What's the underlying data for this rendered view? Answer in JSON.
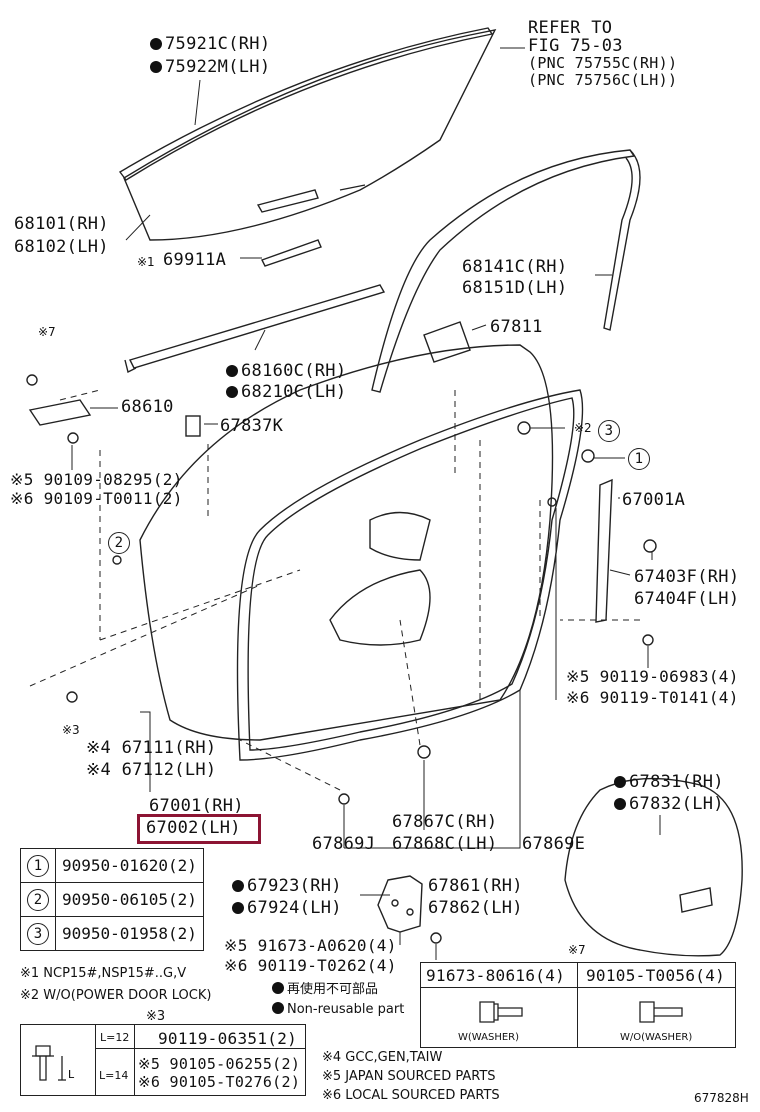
{
  "refer": {
    "line1": "REFER TO",
    "line2": "FIG 75-03",
    "line3": "(PNC 75755C(RH))",
    "line4": "(PNC 75756C(LH))"
  },
  "labels": {
    "p75921c": "75921C(RH)",
    "p75922m": "75922M(LH)",
    "p68101": "68101(RH)",
    "p68102": "68102(LH)",
    "p69911a_note": "※1",
    "p69911a": "69911A",
    "p68141c": "68141C(RH)",
    "p68151d": "68151D(LH)",
    "p67811": "67811",
    "p68160c": "68160C(RH)",
    "p68210c": "68210C(LH)",
    "note7": "※7",
    "p68610": "68610",
    "p67837k": "67837K",
    "p90109a": "※5 90109-08295(2)",
    "p90109b": "※6 90109-T0011(2)",
    "note2": "※2",
    "c3": "3",
    "c1": "1",
    "c2": "2",
    "p67001a": "67001A",
    "p67403f": "67403F(RH)",
    "p67404f": "67404F(LH)",
    "p90119a": "※5 90119-06983(4)",
    "p90119b": "※6 90119-T0141(4)",
    "note3": "※3",
    "p67111": "※4 67111(RH)",
    "p67112": "※4 67112(LH)",
    "p67001": "67001(RH)",
    "p67002": "67002(LH)",
    "p67869j": "67869J",
    "p67867c": "67867C(RH)",
    "p67868c": "67868C(LH)",
    "p67869e": "67869E",
    "p67831": "67831(RH)",
    "p67832": "67832(LH)",
    "p67923": "67923(RH)",
    "p67924": "67924(LH)",
    "p67861": "67861(RH)",
    "p67862": "67862(LH)",
    "p91673a": "※5 91673-A0620(4)",
    "p90119c": "※6 90119-T0262(4)",
    "figno": "677828H"
  },
  "circle_table": [
    {
      "n": "1",
      "part": "90950-01620(2)"
    },
    {
      "n": "2",
      "part": "90950-06105(2)"
    },
    {
      "n": "3",
      "part": "90950-01958(2)"
    }
  ],
  "notes": {
    "n1": "※1 NCP15#,NSP15#..G,V",
    "n2": "※2 W/O(POWER DOOR LOCK)",
    "n3": "※3",
    "reuse": "再使用不可部品",
    "nonreuse": "Non-reusable part",
    "n4": "※4 GCC,GEN,TAIW",
    "n5": "※5 JAPAN SOURCED PARTS",
    "n6": "※6 LOCAL SOURCED PARTS"
  },
  "bolt_table": {
    "l12": "L=12",
    "l14": "L=14",
    "r1": "90119-06351(2)",
    "r2": "※5 90105-06255(2)",
    "r3": "※6 90105-T0276(2)",
    "L": "L"
  },
  "washer_table": {
    "note": "※7",
    "h1": "91673-80616(4)",
    "h2": "90105-T0056(4)",
    "c1": "W(WASHER)",
    "c2": "W/O(WASHER)"
  },
  "colors": {
    "highlight": "#8c1433",
    "line": "#222222"
  }
}
